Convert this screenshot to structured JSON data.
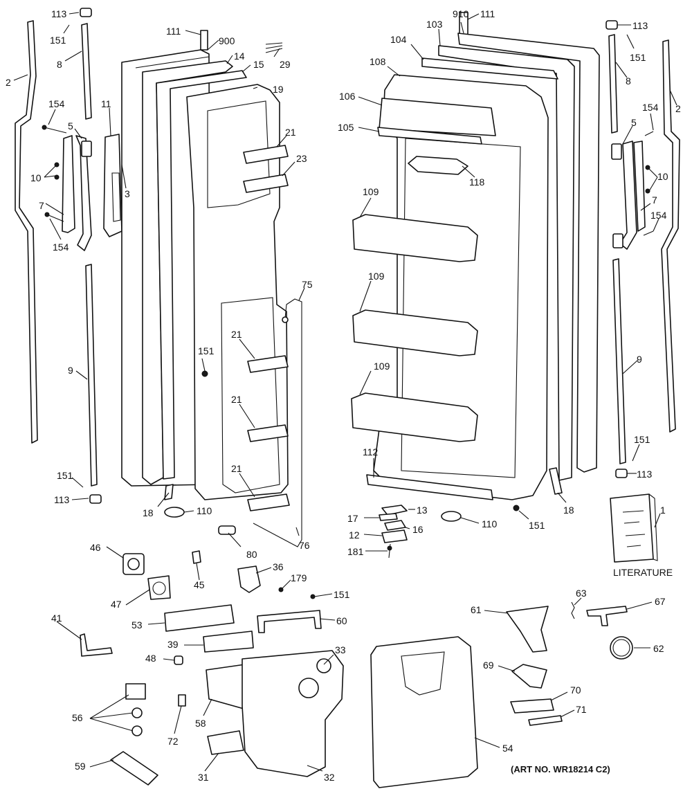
{
  "diagram": {
    "literature_label": "LITERATURE",
    "art_number": "(ART NO. WR18214 C2)",
    "callouts": [
      {
        "id": "c113a",
        "label": "113"
      },
      {
        "id": "c151a",
        "label": "151"
      },
      {
        "id": "c8a",
        "label": "8"
      },
      {
        "id": "c2a",
        "label": "2"
      },
      {
        "id": "c154a",
        "label": "154"
      },
      {
        "id": "c11",
        "label": "11"
      },
      {
        "id": "c5a",
        "label": "5"
      },
      {
        "id": "c10a",
        "label": "10"
      },
      {
        "id": "c3",
        "label": "3"
      },
      {
        "id": "c7a",
        "label": "7"
      },
      {
        "id": "c154b",
        "label": "154"
      },
      {
        "id": "c9a",
        "label": "9"
      },
      {
        "id": "c151b",
        "label": "151"
      },
      {
        "id": "c113b",
        "label": "113"
      },
      {
        "id": "c111a",
        "label": "111"
      },
      {
        "id": "c900",
        "label": "900"
      },
      {
        "id": "c14",
        "label": "14"
      },
      {
        "id": "c15",
        "label": "15"
      },
      {
        "id": "c29",
        "label": "29"
      },
      {
        "id": "c19",
        "label": "19"
      },
      {
        "id": "c21a",
        "label": "21"
      },
      {
        "id": "c23",
        "label": "23"
      },
      {
        "id": "c75",
        "label": "75"
      },
      {
        "id": "c151c",
        "label": "151"
      },
      {
        "id": "c21b",
        "label": "21"
      },
      {
        "id": "c21c",
        "label": "21"
      },
      {
        "id": "c21d",
        "label": "21"
      },
      {
        "id": "c18a",
        "label": "18"
      },
      {
        "id": "c110a",
        "label": "110"
      },
      {
        "id": "c80",
        "label": "80"
      },
      {
        "id": "c76",
        "label": "76"
      },
      {
        "id": "c910",
        "label": "910"
      },
      {
        "id": "c111b",
        "label": "111"
      },
      {
        "id": "c103",
        "label": "103"
      },
      {
        "id": "c104",
        "label": "104"
      },
      {
        "id": "c108",
        "label": "108"
      },
      {
        "id": "c106",
        "label": "106"
      },
      {
        "id": "c105",
        "label": "105"
      },
      {
        "id": "c118",
        "label": "118"
      },
      {
        "id": "c109a",
        "label": "109"
      },
      {
        "id": "c109b",
        "label": "109"
      },
      {
        "id": "c109c",
        "label": "109"
      },
      {
        "id": "c112",
        "label": "112"
      },
      {
        "id": "c18b",
        "label": "18"
      },
      {
        "id": "c13",
        "label": "13"
      },
      {
        "id": "c17",
        "label": "17"
      },
      {
        "id": "c16",
        "label": "16"
      },
      {
        "id": "c12",
        "label": "12"
      },
      {
        "id": "c181",
        "label": "181"
      },
      {
        "id": "c110b",
        "label": "110"
      },
      {
        "id": "c151d",
        "label": "151"
      },
      {
        "id": "c113c",
        "label": "113"
      },
      {
        "id": "c151e",
        "label": "151"
      },
      {
        "id": "c8b",
        "label": "8"
      },
      {
        "id": "c2b",
        "label": "2"
      },
      {
        "id": "c154c",
        "label": "154"
      },
      {
        "id": "c5b",
        "label": "5"
      },
      {
        "id": "c10b",
        "label": "10"
      },
      {
        "id": "c7b",
        "label": "7"
      },
      {
        "id": "c154d",
        "label": "154"
      },
      {
        "id": "c9b",
        "label": "9"
      },
      {
        "id": "c151f",
        "label": "151"
      },
      {
        "id": "c113d",
        "label": "113"
      },
      {
        "id": "c1",
        "label": "1"
      },
      {
        "id": "c46",
        "label": "46"
      },
      {
        "id": "c45",
        "label": "45"
      },
      {
        "id": "c36",
        "label": "36"
      },
      {
        "id": "c179",
        "label": "179"
      },
      {
        "id": "c151g",
        "label": "151"
      },
      {
        "id": "c47",
        "label": "47"
      },
      {
        "id": "c41",
        "label": "41"
      },
      {
        "id": "c53",
        "label": "53"
      },
      {
        "id": "c60",
        "label": "60"
      },
      {
        "id": "c39",
        "label": "39"
      },
      {
        "id": "c33",
        "label": "33"
      },
      {
        "id": "c48",
        "label": "48"
      },
      {
        "id": "c56",
        "label": "56"
      },
      {
        "id": "c58",
        "label": "58"
      },
      {
        "id": "c72",
        "label": "72"
      },
      {
        "id": "c59",
        "label": "59"
      },
      {
        "id": "c31",
        "label": "31"
      },
      {
        "id": "c32",
        "label": "32"
      },
      {
        "id": "c54",
        "label": "54"
      },
      {
        "id": "c61",
        "label": "61"
      },
      {
        "id": "c63",
        "label": "63"
      },
      {
        "id": "c67",
        "label": "67"
      },
      {
        "id": "c62",
        "label": "62"
      },
      {
        "id": "c69",
        "label": "69"
      },
      {
        "id": "c70",
        "label": "70"
      },
      {
        "id": "c71",
        "label": "71"
      }
    ]
  }
}
